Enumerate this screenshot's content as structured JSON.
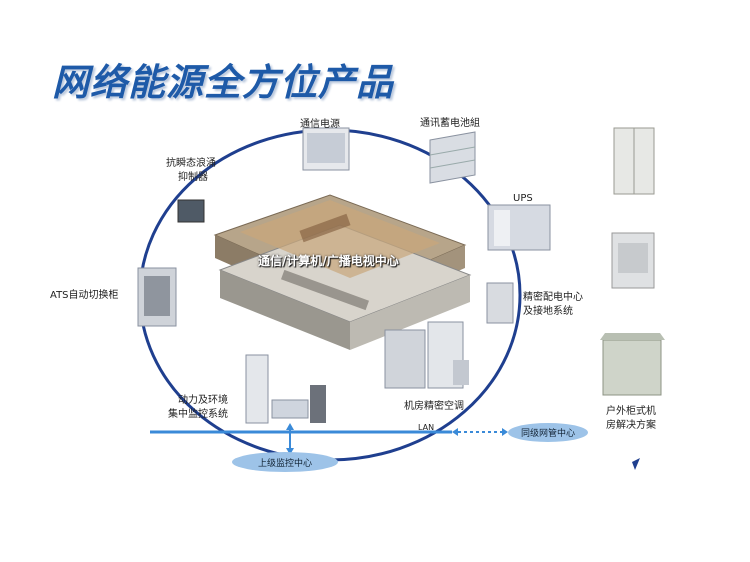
{
  "title": "网络能源全方位产品",
  "center_label": "通信/计算机/广播电视中心",
  "nodes": {
    "tongxin_dianyuan": "通信电源",
    "battery": "通讯蓄电池組",
    "ups": "UPS",
    "pdu_line1": "精密配电中心",
    "pdu_line2": "及接地系统",
    "aircon": "机房精密空调",
    "monitor_line1": "动力及环境",
    "monitor_line2": "集中监控系统",
    "ats": "ATS自动切换柜",
    "surge_line1": "抗瞬态浪涌",
    "surge_line2": "抑制器",
    "outdoor_line1": "户外柜式机",
    "outdoor_line2": "房解决方案"
  },
  "network": {
    "lan": "LAN",
    "upper_center": "上级监控中心",
    "peer_center": "同级网管中心"
  },
  "colors": {
    "ring": "#1f3f8f",
    "title": "#1e5aa8",
    "lan_line": "#3a8ad8",
    "pill": "#9dc3e8"
  }
}
